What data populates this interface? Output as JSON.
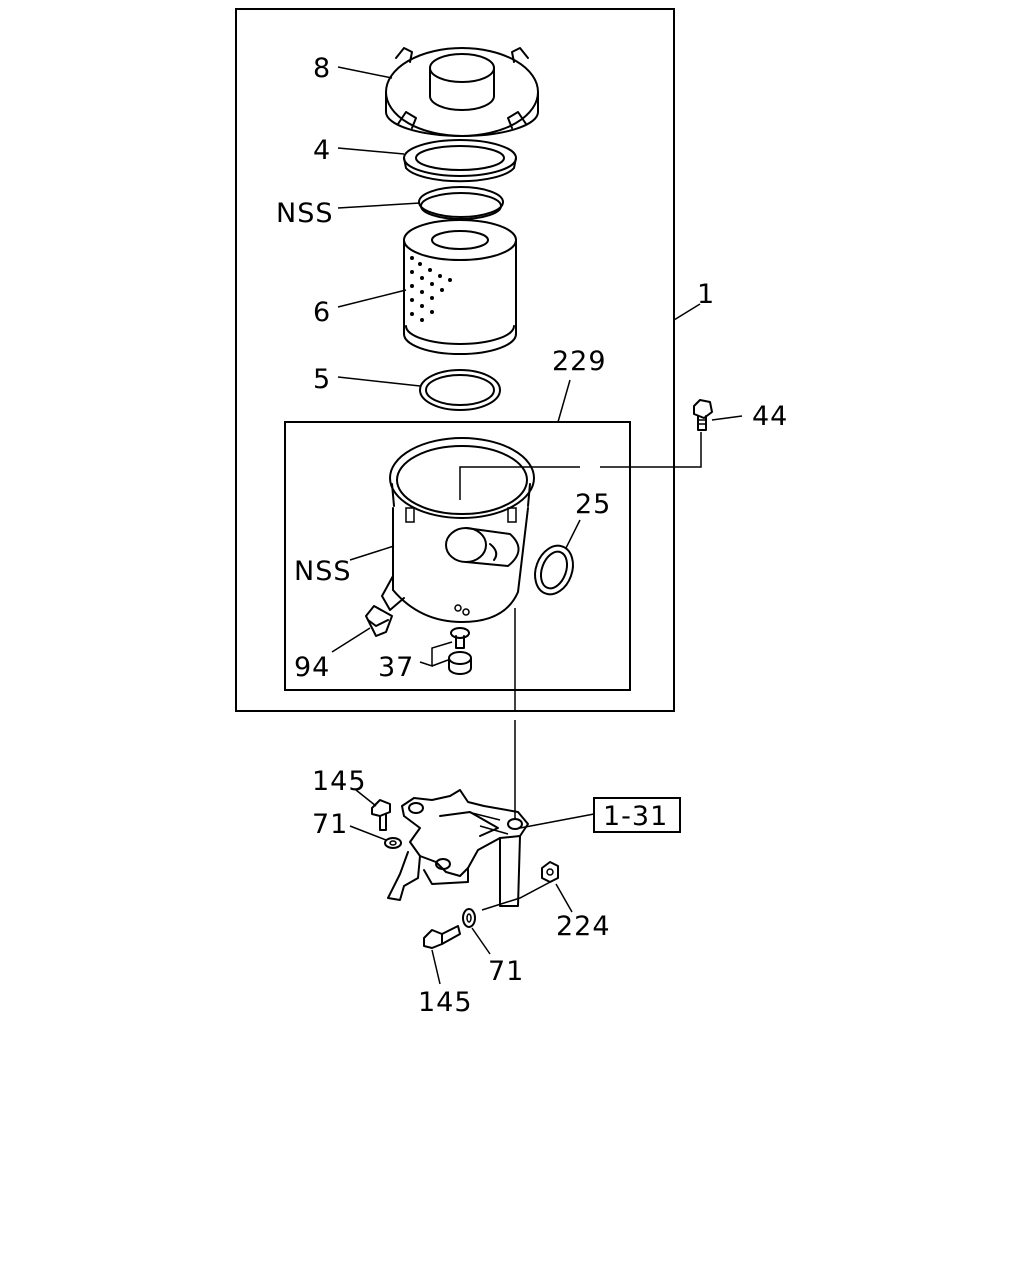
{
  "labels": {
    "part_8": "8",
    "part_4": "4",
    "nss_ring": "NSS",
    "part_6": "6",
    "part_5": "5",
    "part_1": "1",
    "part_229": "229",
    "part_44": "44",
    "part_25": "25",
    "nss_body": "NSS",
    "part_94": "94",
    "part_37": "37",
    "part_145_top": "145",
    "part_71_top": "71",
    "ref_1_31": "1-31",
    "part_224": "224",
    "part_71_bottom": "71",
    "part_145_bottom": "145"
  }
}
